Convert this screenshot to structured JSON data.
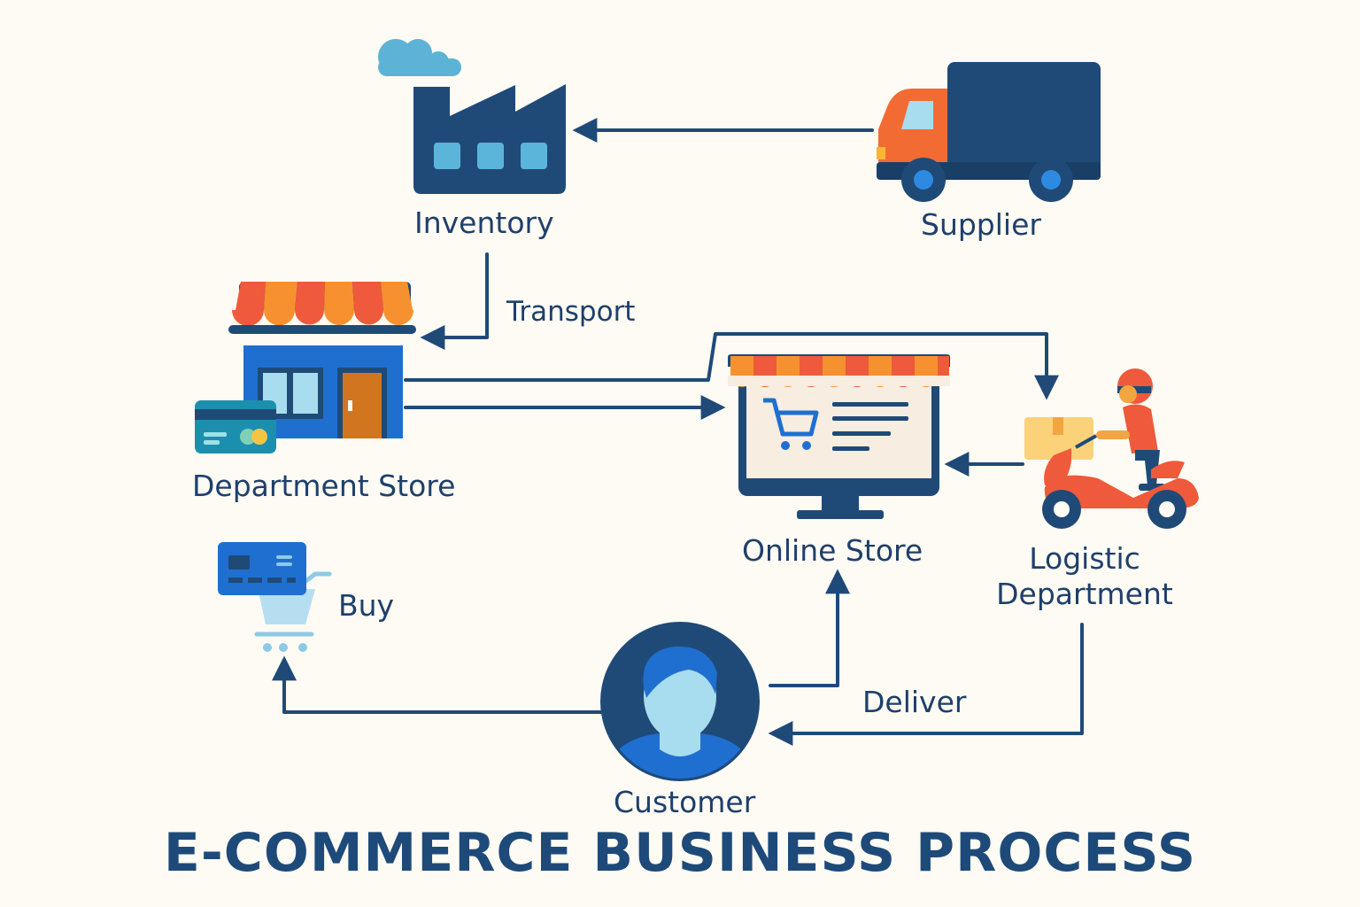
{
  "nodes": {
    "inventory": "Inventory",
    "supplier": "Supplier",
    "department_store": "Department Store",
    "online_store": "Online Store",
    "logistic_department_line1": "Logistic",
    "logistic_department_line2": "Department",
    "customer": "Customer"
  },
  "edges": {
    "transport": "Transport",
    "buy": "Buy",
    "deliver": "Deliver"
  },
  "title": "E-COMMERCE BUSINESS PROCESS",
  "colors": {
    "navy": "#1f4a78",
    "dark_text": "#1f3f6b",
    "blue": "#1f6fd1",
    "light_blue": "#8ecae6",
    "orange": "#f07f2f",
    "red_orange": "#ee5a3b",
    "background": "#fdfbf3"
  }
}
